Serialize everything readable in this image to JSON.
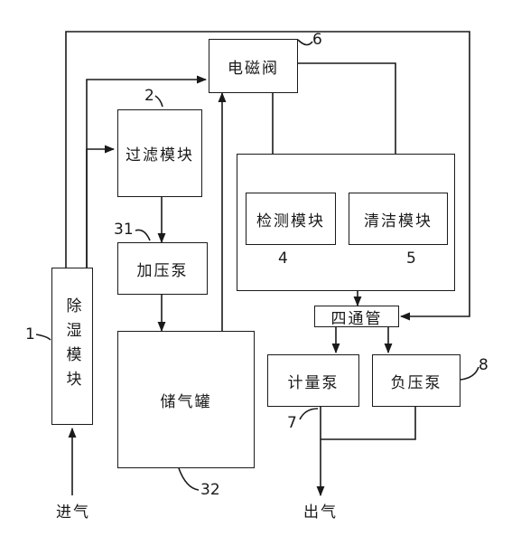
{
  "blocks": {
    "dehumidify": "除湿模块",
    "filter": "过滤模块",
    "pressurize_pump": "加压泵",
    "gas_tank": "储气罐",
    "solenoid_valve": "电磁阀",
    "detection": "检测模块",
    "cleaning": "清洁模块",
    "four_way_pipe": "四通管",
    "metering_pump": "计量泵",
    "negative_pump": "负压泵"
  },
  "labels": {
    "inlet": "进气",
    "outlet": "出气"
  },
  "reference_numbers": {
    "dehumidify": "1",
    "filter": "2",
    "pump": "31",
    "tank": "32",
    "detection": "4",
    "cleaning": "5",
    "valve": "6",
    "metering": "7",
    "negative": "8"
  }
}
